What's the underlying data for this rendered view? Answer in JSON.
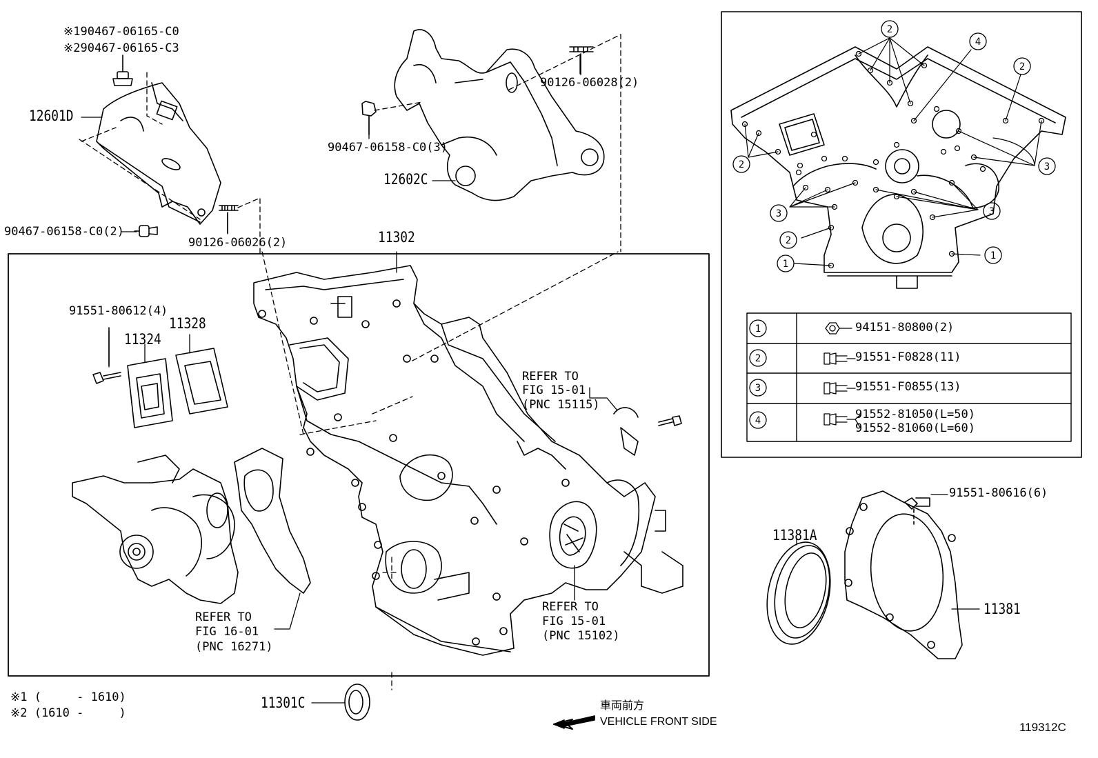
{
  "labels": {
    "note_bolt_1": "※190467-06165-C0",
    "note_bolt_2": "※290467-06165-C3",
    "part_12601d": "12601D",
    "bolt_90467_left": "90467-06158-C0(2)",
    "stud_90126_06026": "90126-06026(2)",
    "stud_90126_06028": "90126-06028(2)",
    "bolt_90467_mid": "90467-06158-C0(3)",
    "part_12602c": "12602C",
    "part_11302": "11302",
    "bolt_91551_80612": "91551-80612(4)",
    "part_11324": "11324",
    "part_11328": "11328",
    "refer_15115_line1": "REFER TO",
    "refer_15115_line2": "FIG 15-01",
    "refer_15115_line3": "(PNC 15115)",
    "refer_16271_line1": "REFER TO",
    "refer_16271_line2": "FIG 16-01",
    "refer_16271_line3": "(PNC 16271)",
    "refer_15102_line1": "REFER TO",
    "refer_15102_line2": "FIG 15-01",
    "refer_15102_line3": "(PNC 15102)",
    "part_11301c": "11301C",
    "part_11381a": "11381A",
    "part_11381": "11381",
    "bolt_91551_80616": "91551-80616(6)",
    "footnote_1": "※1 (     - 1610)",
    "footnote_2": "※2 (1610 -     )",
    "front_jp": "車両前方",
    "front_en": "VEHICLE FRONT SIDE",
    "figure_id": "119312C"
  },
  "callouts": {
    "one": "1",
    "two": "2",
    "three": "3",
    "four": "4"
  },
  "bolt_table": [
    {
      "key": "1",
      "part": "94151-80800(2)",
      "part2": ""
    },
    {
      "key": "2",
      "part": "91551-F0828(11)",
      "part2": ""
    },
    {
      "key": "3",
      "part": "91551-F0855(13)",
      "part2": ""
    },
    {
      "key": "4",
      "part": "91552-81050(L=50)",
      "part2": "91552-81060(L=60)"
    }
  ],
  "colors": {
    "line": "#000000",
    "background": "#ffffff"
  }
}
